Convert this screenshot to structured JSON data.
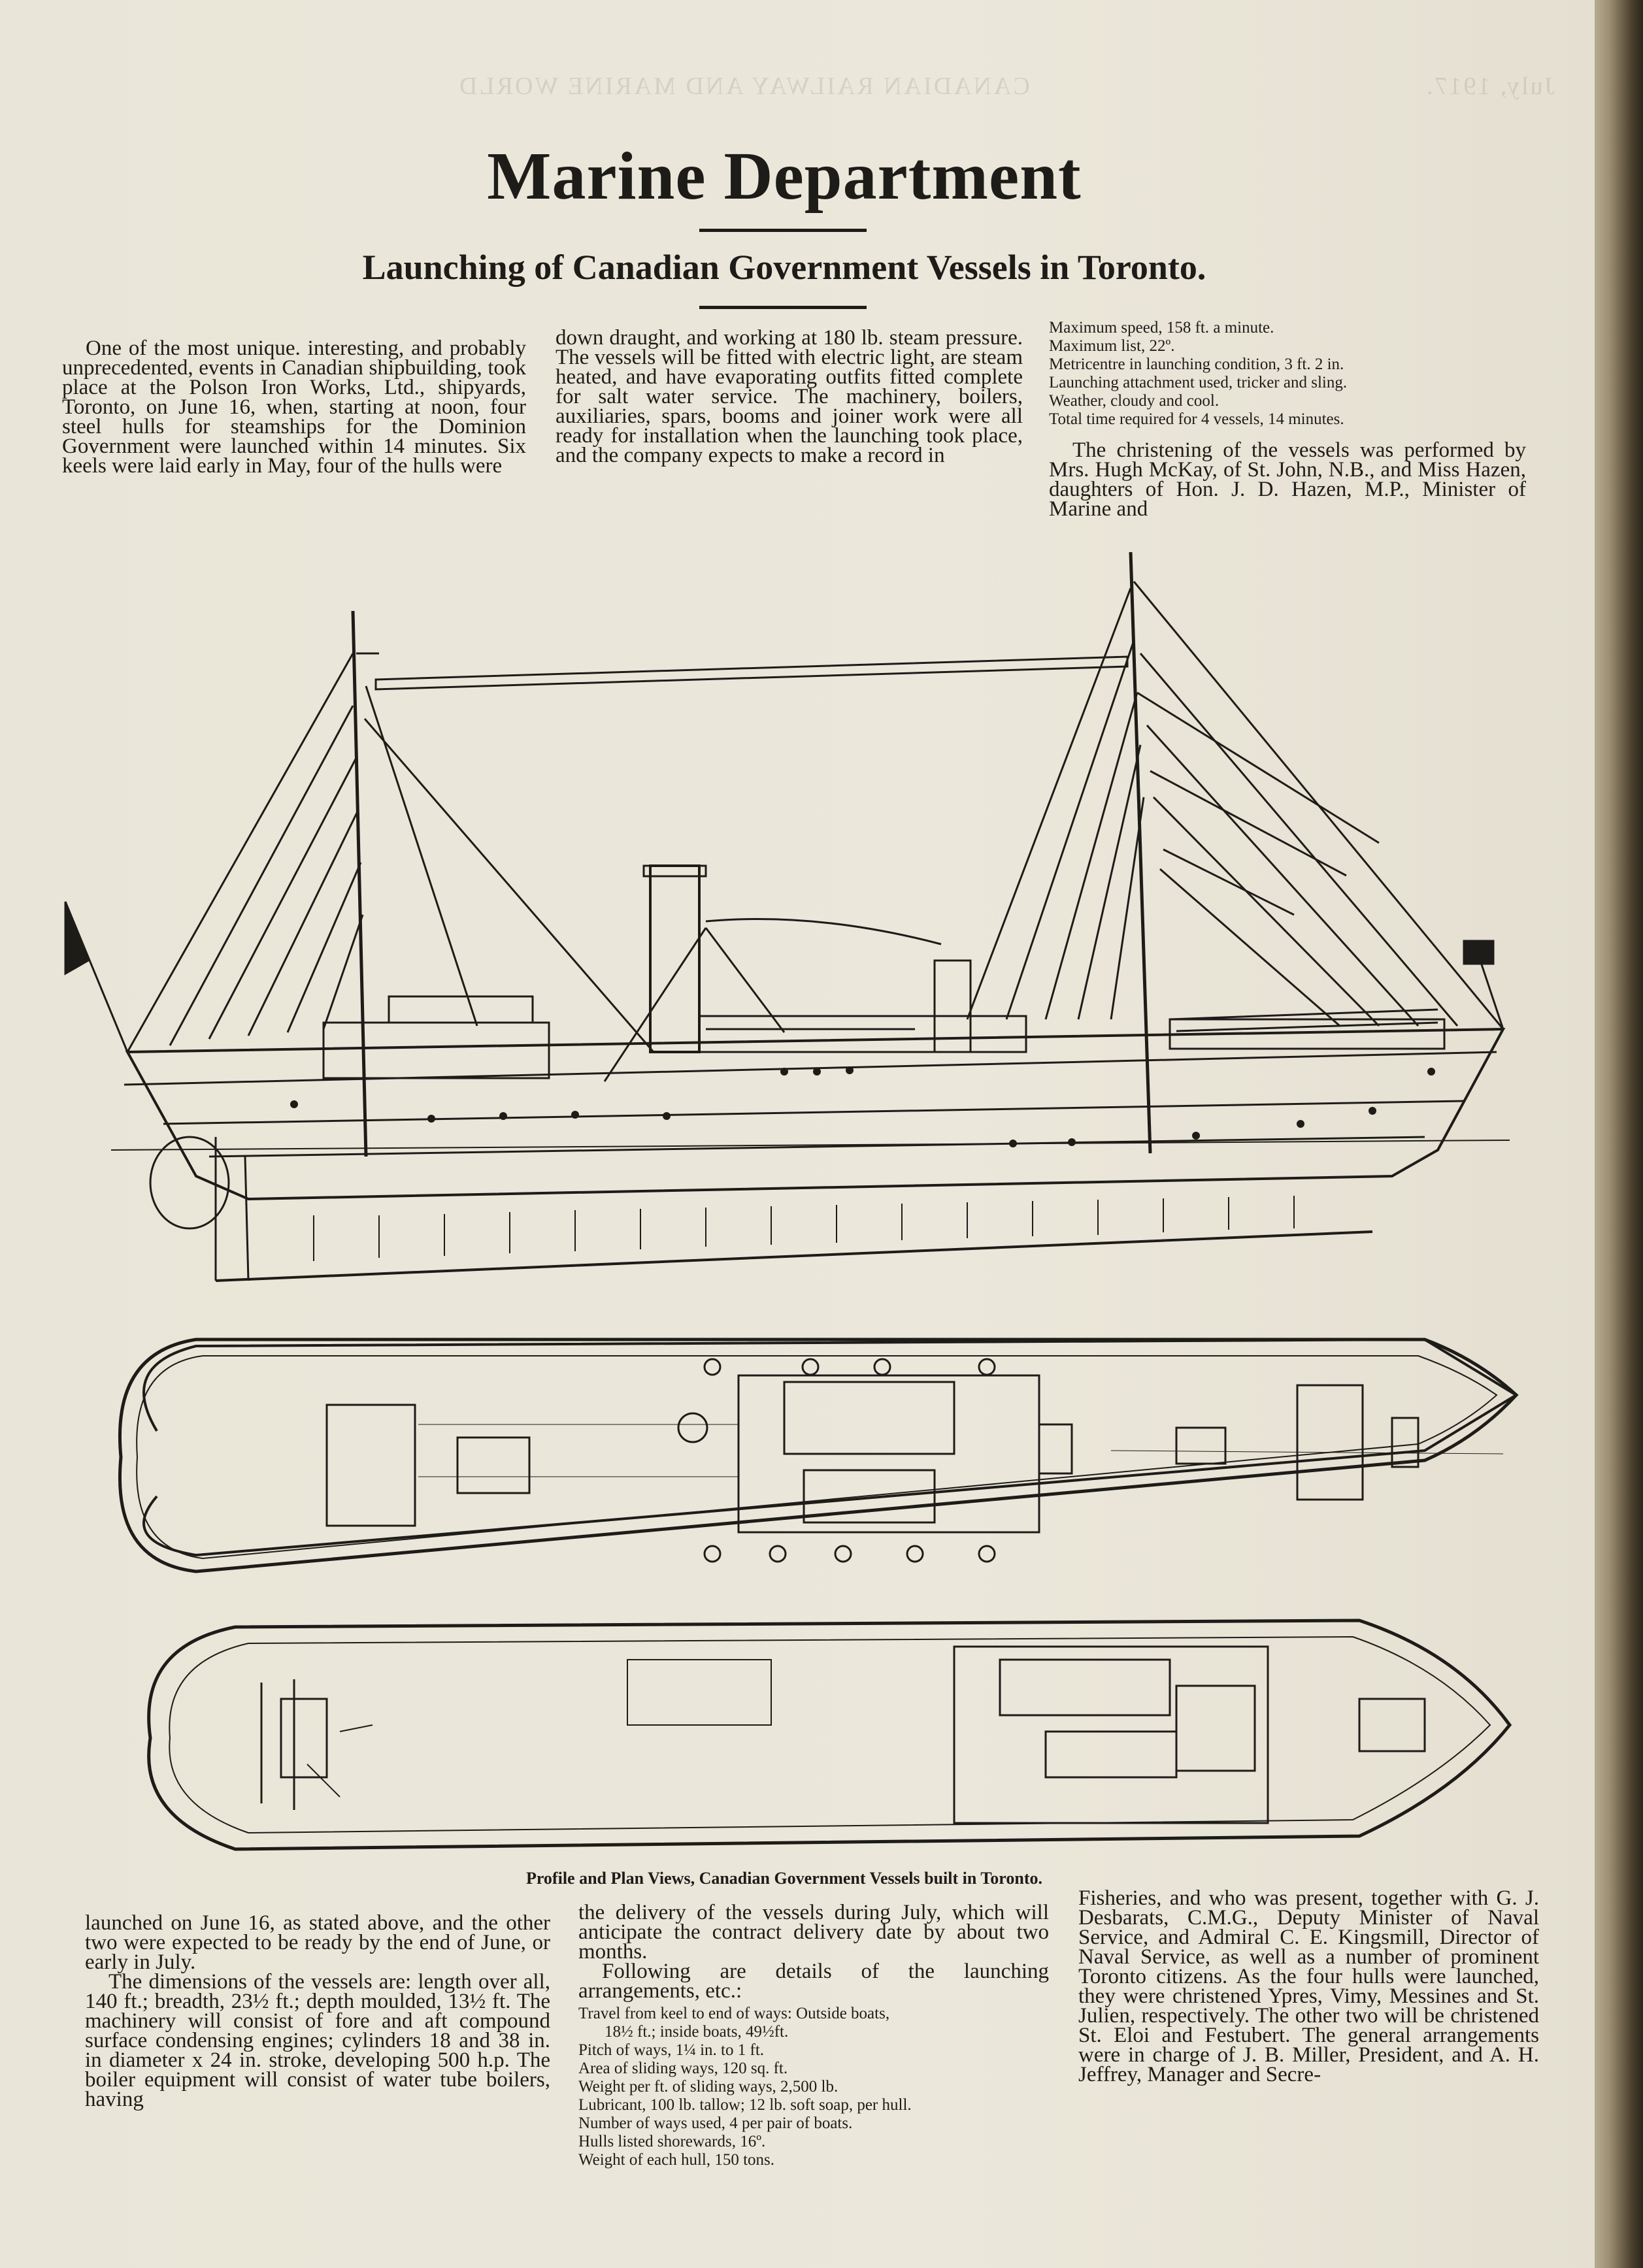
{
  "page": {
    "title": "Marine Department",
    "subtitle": "Launching of Canadian Government Vessels in Toronto.",
    "ghost_left": "CANADIAN RAILWAY AND MARINE WORLD",
    "ghost_right": "July, 1917.",
    "caption": "Profile and Plan Views, Canadian Government Vessels built in Toronto."
  },
  "article": {
    "col1_top": "One of the most unique. interesting, and probably unprecedented, events in Canadian shipbuilding, took place at the Polson Iron Works, Ltd., shipyards, Toronto, on June 16, when, starting at noon, four steel hulls for steamships for the Dominion Government were launched within 14 minutes. Six keels were laid early in May, four of the hulls were",
    "col2_top": "down draught, and working at 180 lb. steam pressure. The vessels will be fitted with electric light, are steam heated, and have evaporating outfits fitted complete for salt water service. The machinery, boilers, auxiliaries, spars, booms and joiner work were all ready for installation when the launching took place, and the company expects to make a record in",
    "col3_specs": [
      "Maximum speed, 158 ft. a minute.",
      "Maximum list, 22º.",
      "Metricentre in launching condition, 3 ft. 2 in.",
      "Launching attachment used, tricker and sling.",
      "Weather, cloudy and cool.",
      "Total time required for 4 vessels, 14 minutes."
    ],
    "col3_top": "The christening of the vessels was performed by Mrs. Hugh McKay, of St. John, N.B., and Miss Hazen, daughters of Hon. J. D. Hazen, M.P., Minister of Marine and",
    "col1_bottom_p1": "launched on June 16, as stated above, and the other two were expected to be ready by the end of June, or early in July.",
    "col1_bottom_p2": "The dimensions of the vessels are: length over all, 140 ft.; breadth, 23½ ft.; depth moulded, 13½ ft. The machinery will consist of fore and aft compound surface condensing engines; cylinders 18 and 38 in. in diameter x 24 in. stroke, developing 500 h.p. The boiler equipment will consist of water tube boilers, having",
    "col2_bottom_p1": "the delivery of the vessels during July, which will anticipate the contract delivery date by about two months.",
    "col2_bottom_p2": "Following are details of the launching arrangements, etc.:",
    "col2_specs": [
      "Travel from keel to end of ways: Outside boats,",
      "18½ ft.; inside boats, 49½ft.",
      "Pitch of ways, 1¼ in. to 1 ft.",
      "Area of sliding ways, 120 sq. ft.",
      "Weight per ft. of sliding ways, 2,500 lb.",
      "Lubricant, 100 lb. tallow; 12 lb. soft soap, per hull.",
      "Number of ways used, 4 per pair of boats.",
      "Hulls listed shorewards, 16º.",
      "Weight of each hull, 150 tons."
    ],
    "col3_bottom": "Fisheries, and who was present, together with G. J. Desbarats, C.M.G., Deputy Minister of Naval Service, and Admiral C. E. Kingsmill, Director of Naval Service, as well as a number of prominent Toronto citizens. As the four hulls were launched, they were christened Ypres, Vimy, Messines and St. Julien, respectively. The other two will be christened St. Eloi and Festubert. The general arrangements were in charge of J. B. Miller, President, and A. H. Jeffrey, Manager and Secre-"
  },
  "colors": {
    "ink": "#1e1c18",
    "paper": "#ebe7da"
  }
}
